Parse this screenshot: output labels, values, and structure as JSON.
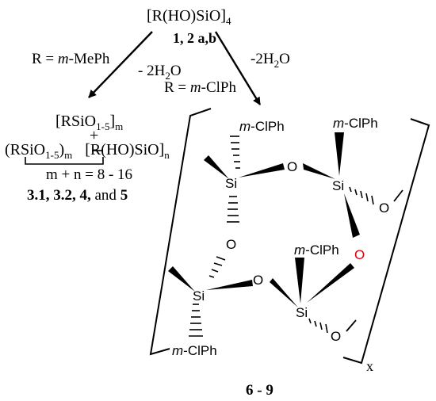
{
  "precursor": {
    "formula_main": "[R(HO)SiO]",
    "formula_sub": "4",
    "labels": "1, 2 a,b"
  },
  "left_branch": {
    "r_prefix": "R = ",
    "r_italic": "m",
    "r_suffix": "-MePh",
    "loss": "- 2H",
    "loss_sub": "2",
    "loss_end": "O"
  },
  "right_branch": {
    "loss": "-2H",
    "loss_sub": "2",
    "loss_end": "O",
    "r_prefix": "R = ",
    "r_italic": "m",
    "r_suffix": "-ClPh"
  },
  "left_products": {
    "line1_main": "[RSiO",
    "line1_sub": "1-5",
    "line1_end": "]",
    "line1_end_sub": "m",
    "plus": "+",
    "line3_a": "(RSiO",
    "line3_a_sub": "1-5",
    "line3_a_end": ")",
    "line3_a_end_sub": "m",
    "line3_b": "[R(HO)SiO]",
    "line3_b_sub": "n",
    "condition": "m + n =  8 - 16",
    "compounds": "3.1, 3.2, 4,",
    "compounds_and": " and ",
    "compounds_last": "5"
  },
  "structure": {
    "substituent_italic": "m",
    "substituent_suffix": "-ClPh",
    "si_label": "Si",
    "o_label": "O",
    "repeat_label": "x"
  },
  "product_label": "6 - 9"
}
